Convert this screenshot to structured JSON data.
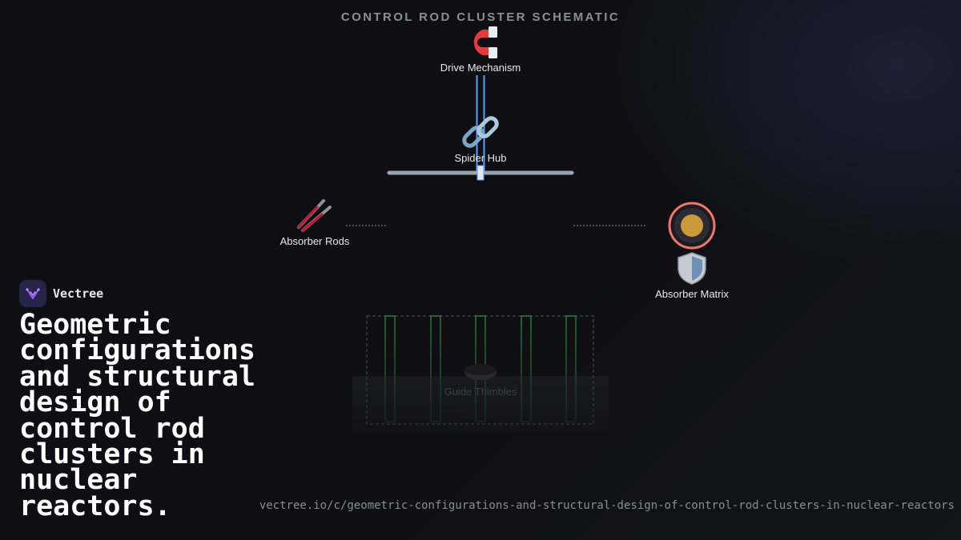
{
  "diagram": {
    "title": "CONTROL ROD CLUSTER SCHEMATIC",
    "nodes": {
      "drive_mechanism": {
        "label": "Drive Mechanism",
        "icon": "magnet-icon"
      },
      "spider_hub": {
        "label": "Spider Hub",
        "icon": "chain-link-icon"
      },
      "absorber_rods": {
        "label": "Absorber Rods",
        "icon": "rods-icon"
      },
      "absorber_matrix": {
        "label": "Absorber Matrix",
        "icon": "shield-icon"
      },
      "guide_thimbles": {
        "label": "Guide Thimbles",
        "icon": "disc-icon"
      }
    },
    "rod_count": 5,
    "colors": {
      "rod": "#f0766a",
      "hub_bar": "#9aa3ad",
      "drive_shaft": "#5b9cff",
      "guide_tube": "#1f5a2b",
      "matrix_ring": "#f0766a",
      "matrix_core": "#c9993a"
    }
  },
  "brand": {
    "name": "Vectree",
    "icon": "vectree-logo-icon"
  },
  "headline": "Geometric configurations and structural design of control rod clusters in nuclear reactors.",
  "url": "vectree.io/c/geometric-configurations-and-structural-design-of-control-rod-clusters-in-nuclear-reactors"
}
